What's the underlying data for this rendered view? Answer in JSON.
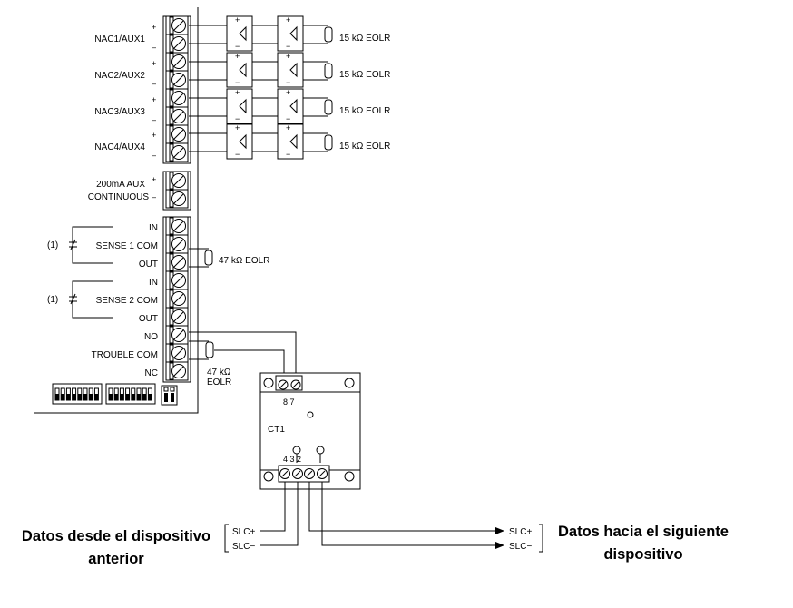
{
  "panel": {
    "nac_labels": [
      "NAC1/AUX1",
      "NAC2/AUX2",
      "NAC3/AUX3",
      "NAC4/AUX4"
    ],
    "plus": "+",
    "minus": "–",
    "aux_line1": "200mA AUX",
    "aux_line2": "CONTINUOUS",
    "sense1": {
      "in": "IN",
      "name": "SENSE 1 COM",
      "out": "OUT",
      "note": "(1)"
    },
    "sense2": {
      "in": "IN",
      "name": "SENSE 2 COM",
      "out": "OUT",
      "note": "(1)"
    },
    "relay": {
      "no": "NO",
      "com": "TROUBLE COM",
      "nc": "NC"
    }
  },
  "eolr": {
    "nac": "15 kΩ EOLR",
    "sense": "47 kΩ EOLR",
    "trouble_line1": "47 kΩ",
    "trouble_line2": "EOLR"
  },
  "module": {
    "name": "CT1",
    "top_terminals": "8 7",
    "bottom_terminals": "4 3 2"
  },
  "slc": {
    "plus": "SLC+",
    "minus": "SLC−"
  },
  "captions": {
    "left_line1": "Datos desde el dispositivo",
    "left_line2": "anterior",
    "right_line1": "Datos hacia el siguiente",
    "right_line2": "dispositivo"
  }
}
